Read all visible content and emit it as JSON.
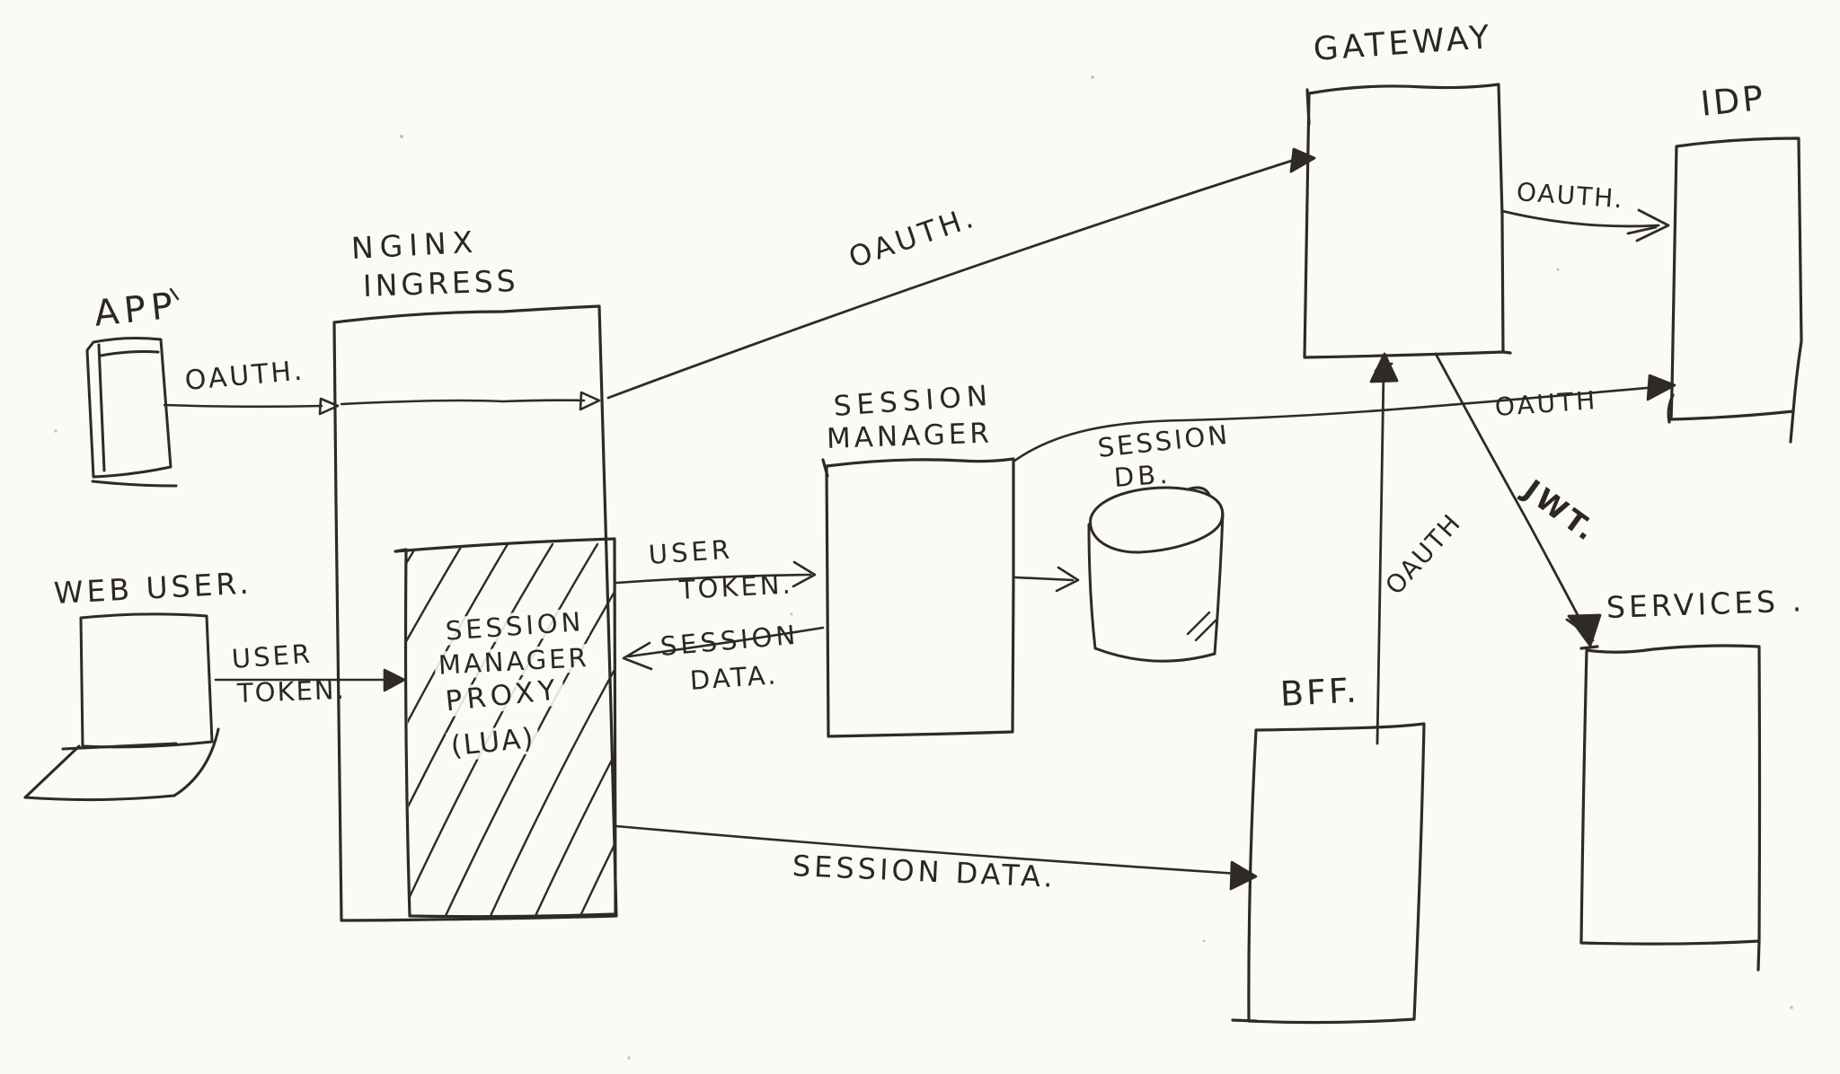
{
  "colors": {
    "ink": "#2e2b27",
    "paper": "#fbfaf7"
  },
  "nodes": {
    "app": {
      "label": "APP"
    },
    "web_user": {
      "label": "WEB USER."
    },
    "nginx": {
      "label_line1": "NGINX",
      "label_line2": "INGRESS"
    },
    "session_manager_proxy": {
      "label_line1": "SESSION",
      "label_line2": "MANAGER",
      "label_line3": "PROXY",
      "label_line4": "(LUA)"
    },
    "session_manager": {
      "label_line1": "SESSION",
      "label_line2": "MANAGER"
    },
    "session_db": {
      "label_line1": "SESSION",
      "label_line2": "DB."
    },
    "gateway": {
      "label": "GATEWAY"
    },
    "idp": {
      "label": "IDP"
    },
    "bff": {
      "label": "BFF."
    },
    "services": {
      "label": "SERVICES ."
    }
  },
  "edges": {
    "app_to_nginx": {
      "label": "OAUTH."
    },
    "nginx_to_gateway": {
      "label": "OAUTH."
    },
    "gateway_to_idp": {
      "label": "OAUTH."
    },
    "web_user_to_proxy": {
      "label_line1": "USER",
      "label_line2": "TOKEN."
    },
    "proxy_to_session_manager": {
      "label_line1": "USER",
      "label_line2": "TOKEN."
    },
    "session_manager_to_proxy": {
      "label_line1": "SESSION",
      "label_line2": "DATA."
    },
    "proxy_to_bff": {
      "label": "SESSION DATA."
    },
    "bff_to_gateway": {
      "label": "OAUTH"
    },
    "session_manager_to_idp": {
      "label": "OAUTH"
    },
    "gateway_to_services": {
      "label": "JWT."
    }
  }
}
